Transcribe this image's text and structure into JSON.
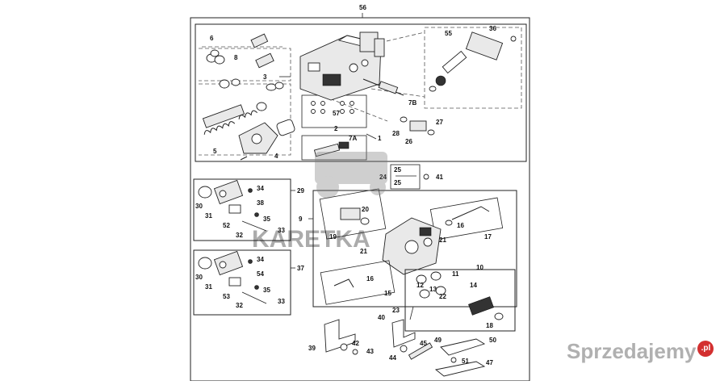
{
  "diagram": {
    "assembly_number": "56",
    "callouts": {
      "c1": "1",
      "c2": "2",
      "c3": "3",
      "c4": "4",
      "c5": "5",
      "c6": "6",
      "c7A": "7A",
      "c7B": "7B",
      "c8": "8",
      "c9": "9",
      "c10": "10",
      "c11": "11",
      "c12": "12",
      "c13": "13",
      "c14": "14",
      "c15": "15",
      "c16a": "16",
      "c16b": "16",
      "c17": "17",
      "c18": "18",
      "c19": "19",
      "c20": "20",
      "c21a": "21",
      "c21b": "21",
      "c22": "22",
      "c23": "23",
      "c24": "24",
      "c25a": "25",
      "c25b": "25",
      "c26": "26",
      "c27": "27",
      "c28": "28",
      "c29": "29",
      "c30a": "30",
      "c30b": "30",
      "c31a": "31",
      "c31b": "31",
      "c32a": "32",
      "c32b": "32",
      "c33a": "33",
      "c33b": "33",
      "c34a": "34",
      "c34b": "34",
      "c35a": "35",
      "c35b": "35",
      "c36": "36",
      "c37": "37",
      "c38": "38",
      "c39": "39",
      "c40": "40",
      "c41": "41",
      "c42": "42",
      "c43": "43",
      "c44": "44",
      "c45": "45",
      "c47": "47",
      "c49": "49",
      "c50": "50",
      "c51": "51",
      "c52": "52",
      "c53": "53",
      "c54": "54",
      "c55": "55",
      "c57": "57"
    }
  },
  "watermarks": {
    "center_text": "KARETKA",
    "site_text": "Sprzedajemy",
    "site_badge": ".pl"
  }
}
